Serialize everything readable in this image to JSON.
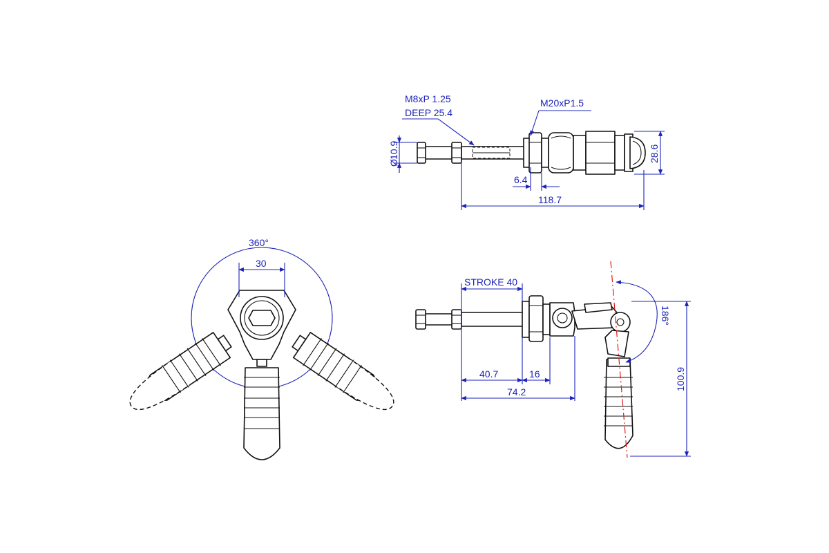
{
  "colors": {
    "outline": "#111111",
    "dimension": "#1d24b8",
    "axis_line": "#e11a1a",
    "background": "#ffffff"
  },
  "top_view": {
    "thread_note_line1": "M8xP 1.25",
    "thread_note_line2": "DEEP 25.4",
    "mount_thread": "M20xP1.5",
    "rod_diameter": "10.9",
    "height": "28.6",
    "nut_width": "6.4",
    "overall_length": "118.7"
  },
  "end_view": {
    "rotation": "360°",
    "width": "30"
  },
  "side_view": {
    "stroke": "STROKE 40",
    "handle_angle": "186°",
    "rod_extension": "40.7",
    "nut_offset": "16",
    "body_length": "74.2",
    "total_height": "100.9"
  }
}
